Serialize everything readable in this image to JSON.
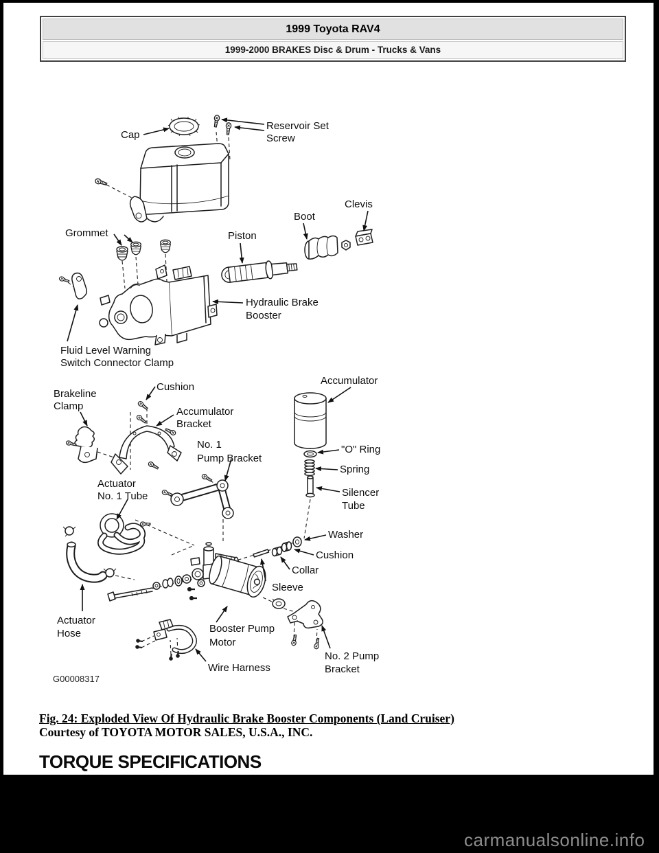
{
  "header": {
    "title": "1999 Toyota RAV4",
    "subtitle": "1999-2000 BRAKES Disc & Drum - Trucks & Vans"
  },
  "figure": {
    "code": "G00008317",
    "caption": "Fig. 24: Exploded View Of Hydraulic Brake Booster Components (Land Cruiser)",
    "courtesy": "Courtesy of TOYOTA MOTOR SALES, U.S.A., INC.",
    "labels": {
      "cap": "Cap",
      "reservoir_set_screw_l1": "Reservoir Set",
      "reservoir_set_screw_l2": "Screw",
      "grommet": "Grommet",
      "piston": "Piston",
      "boot": "Boot",
      "clevis": "Clevis",
      "hydraulic_brake_booster_l1": "Hydraulic Brake",
      "hydraulic_brake_booster_l2": "Booster",
      "fluid_level_l1": "Fluid Level Warning",
      "fluid_level_l2": "Switch Connector Clamp",
      "brakeline_clamp_l1": "Brakeline",
      "brakeline_clamp_l2": "Clamp",
      "cushion_upper": "Cushion",
      "accumulator_bracket_l1": "Accumulator",
      "accumulator_bracket_l2": "Bracket",
      "no1_pump_bracket_l1": "No. 1",
      "no1_pump_bracket_l2": "Pump Bracket",
      "accumulator": "Accumulator",
      "o_ring": "\"O\" Ring",
      "spring": "Spring",
      "silencer_tube_l1": "Silencer",
      "silencer_tube_l2": "Tube",
      "actuator_no1_tube_l1": "Actuator",
      "actuator_no1_tube_l2": "No. 1 Tube",
      "washer": "Washer",
      "cushion_lower": "Cushion",
      "collar": "Collar",
      "sleeve": "Sleeve",
      "actuator_hose_l1": "Actuator",
      "actuator_hose_l2": "Hose",
      "booster_pump_motor_l1": "Booster Pump",
      "booster_pump_motor_l2": "Motor",
      "wire_harness": "Wire Harness",
      "no2_pump_bracket_l1": "No. 2 Pump",
      "no2_pump_bracket_l2": "Bracket"
    }
  },
  "section_heading": "TORQUE SPECIFICATIONS",
  "watermark": "carmanualsonline.info",
  "colors": {
    "page_background": "#ffffff",
    "frame": "#000000",
    "header_row1_bg": "#e1e1e1",
    "header_row2_bg": "#f6f6f6",
    "line_art": "#1c1c1c",
    "watermark_text": "#8d8d8d"
  }
}
